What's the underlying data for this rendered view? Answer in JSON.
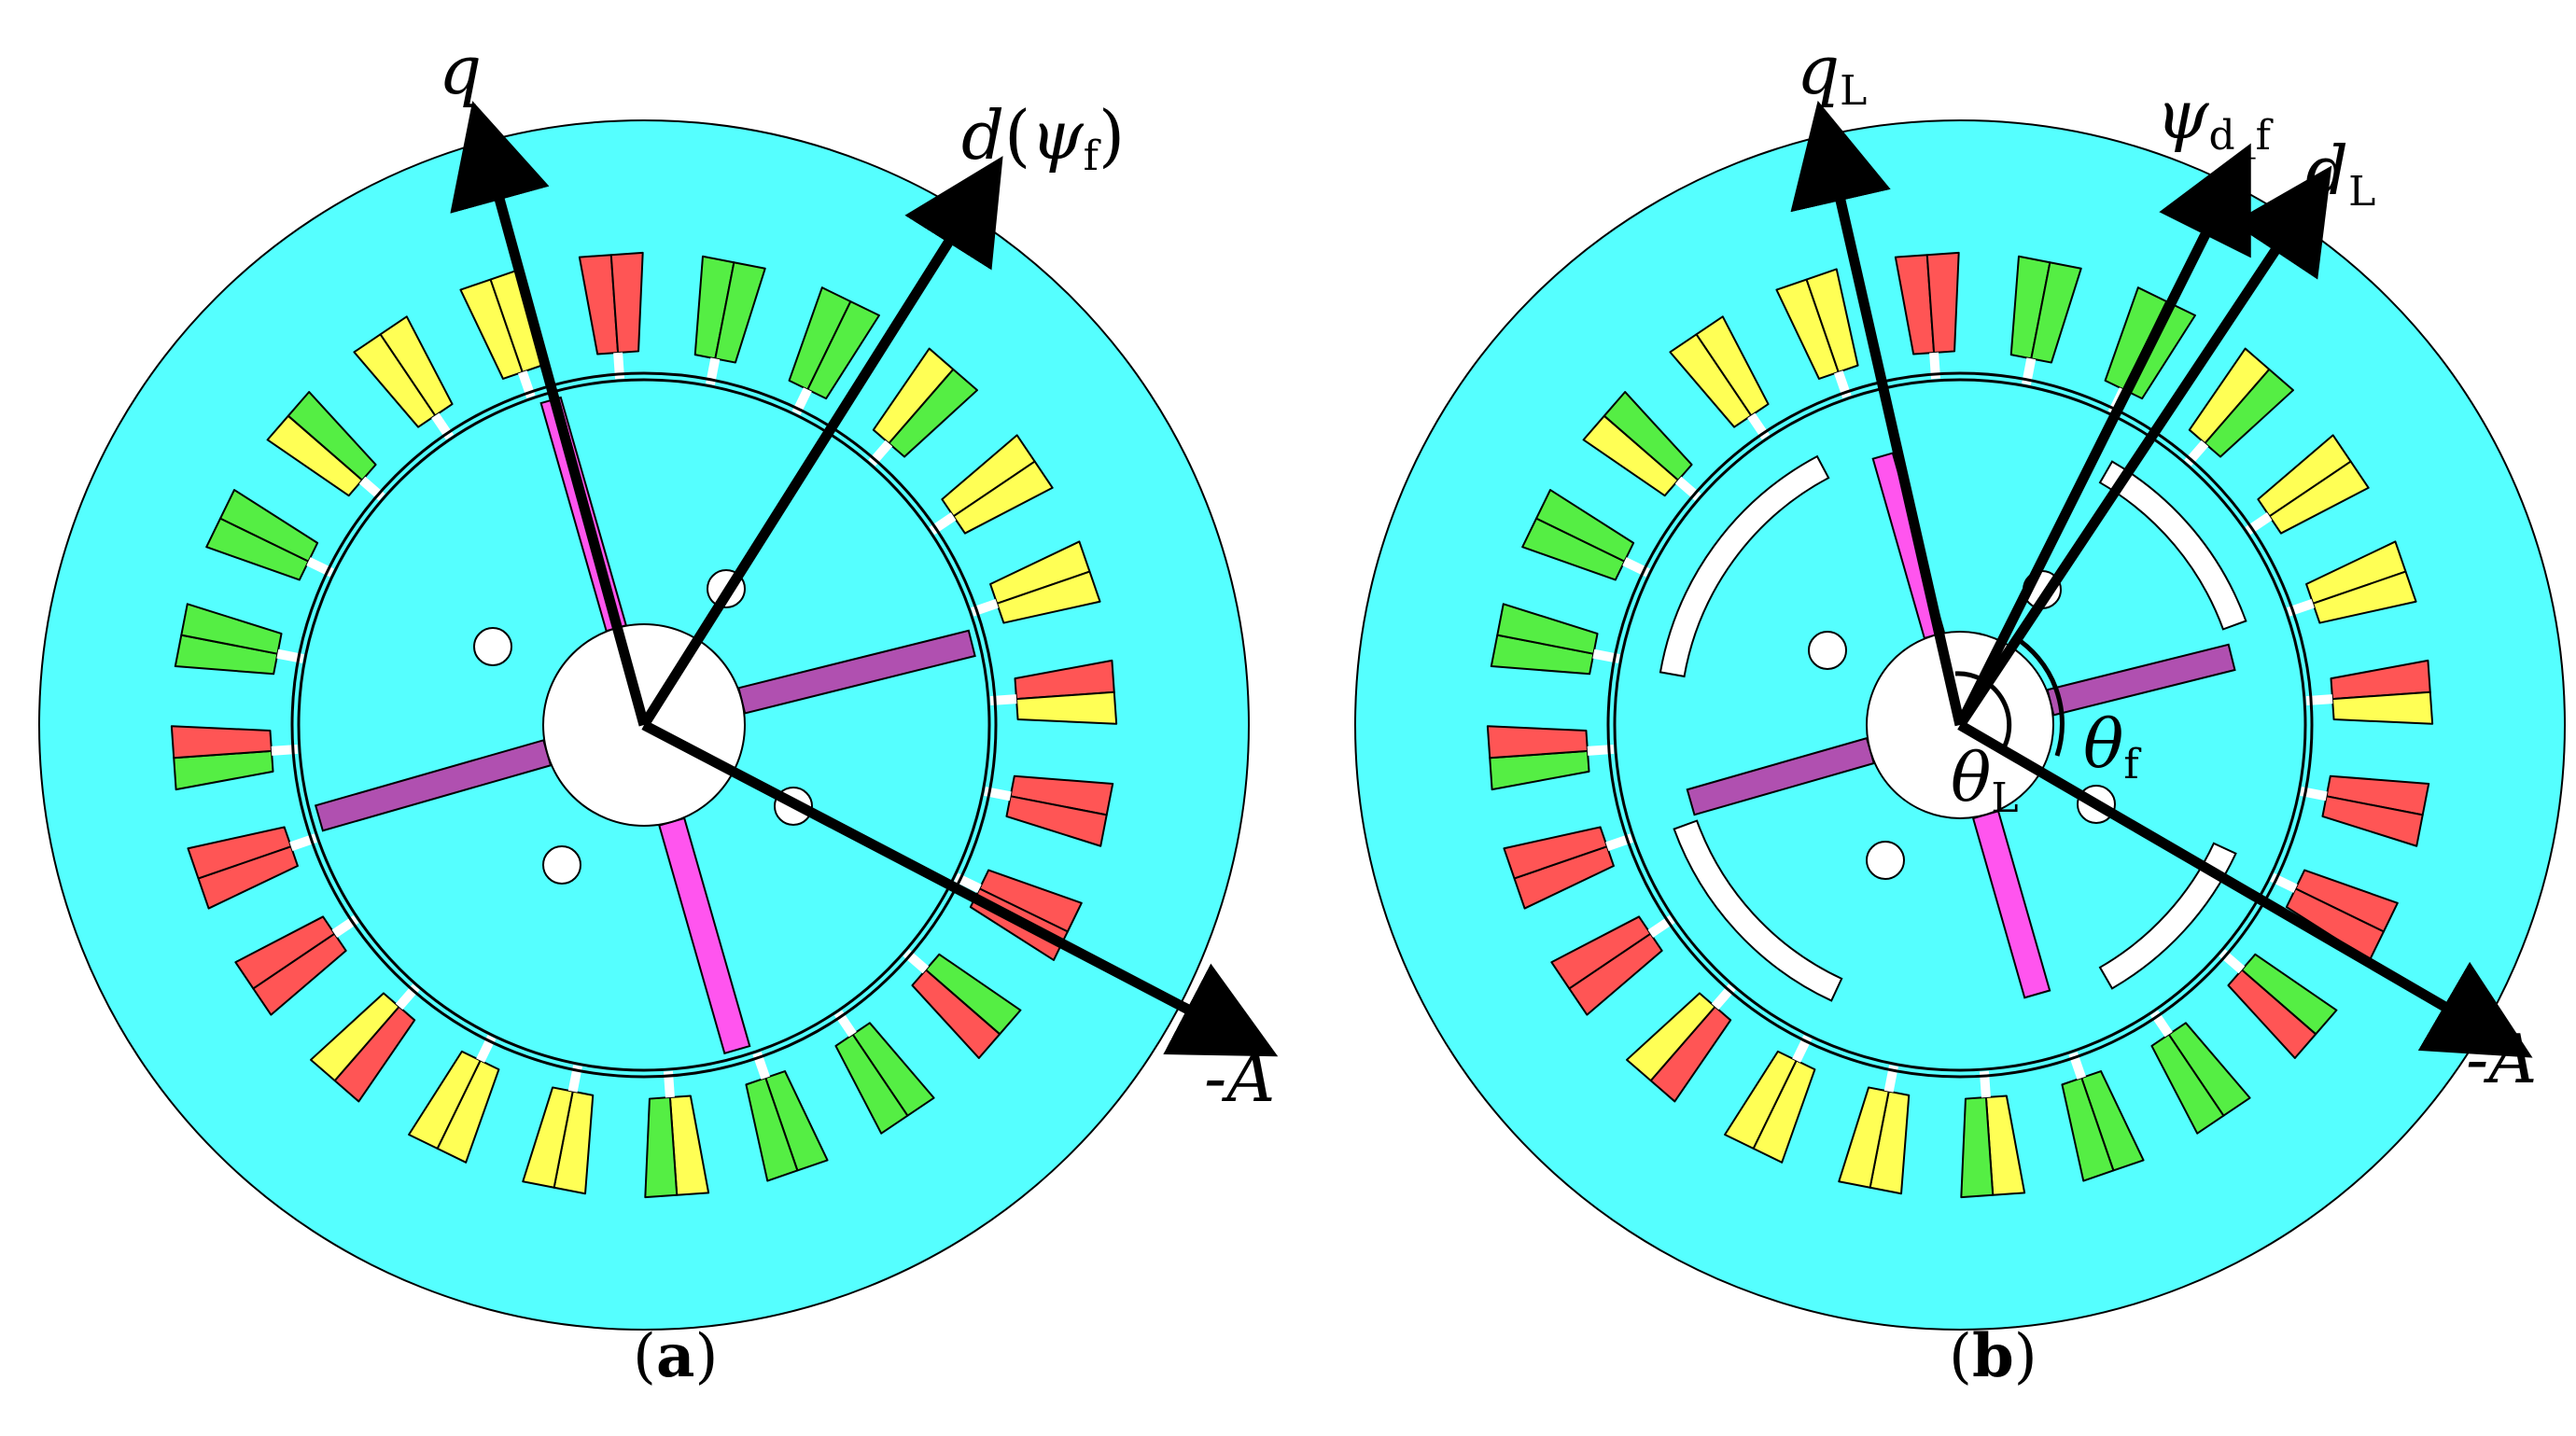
{
  "colors": {
    "stator": "#55ffff",
    "phase_a": "#ff5555",
    "phase_b": "#55ee44",
    "phase_c": "#ffff55",
    "magnet_radial": "#ff55ee",
    "magnet_axial": "#b050b0",
    "slot_outline": "#000000",
    "axis": "#000000",
    "flux_barrier": "#ffffff"
  },
  "panels": [
    {
      "id": "a",
      "caption_open": "(",
      "caption_letter": "a",
      "caption_close": ")",
      "labels": {
        "q": "q",
        "d_main": "d",
        "d_open": "(",
        "psi": "ψ",
        "psi_sub": "f",
        "d_close": ")",
        "minusA": "-A"
      },
      "flux_barriers": false
    },
    {
      "id": "b",
      "caption_open": "(",
      "caption_letter": "b",
      "caption_close": ")",
      "labels": {
        "qL": "q",
        "qL_sub": "L",
        "psi_df": "ψ",
        "psi_df_sub": "d_f",
        "dL": "d",
        "dL_sub": "L",
        "minusA": "-A",
        "theta_L": "θ",
        "theta_L_sub": "L",
        "theta_f": "θ",
        "theta_f_sub": "f"
      },
      "flux_barriers": true
    }
  ]
}
